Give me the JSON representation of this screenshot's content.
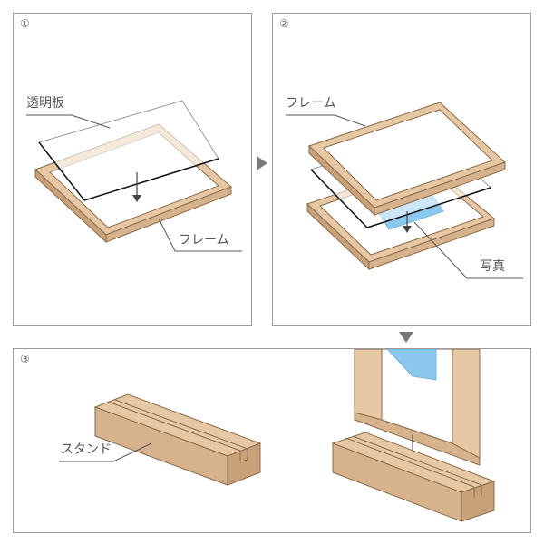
{
  "panel1": {
    "step": "①",
    "label_top": "透明板",
    "label_bottom": "フレーム"
  },
  "panel2": {
    "step": "②",
    "label_top": "フレーム",
    "label_bottom": "写真"
  },
  "panel3": {
    "step": "③",
    "label_left": "スタンド"
  },
  "colors": {
    "wood": "#e6c9a4",
    "wood_dark": "#caa27a",
    "wood_line": "#8a6a4a",
    "photo": "#8cc8ee",
    "border": "#9a9a9a",
    "arrow": "#7a7a7a"
  }
}
